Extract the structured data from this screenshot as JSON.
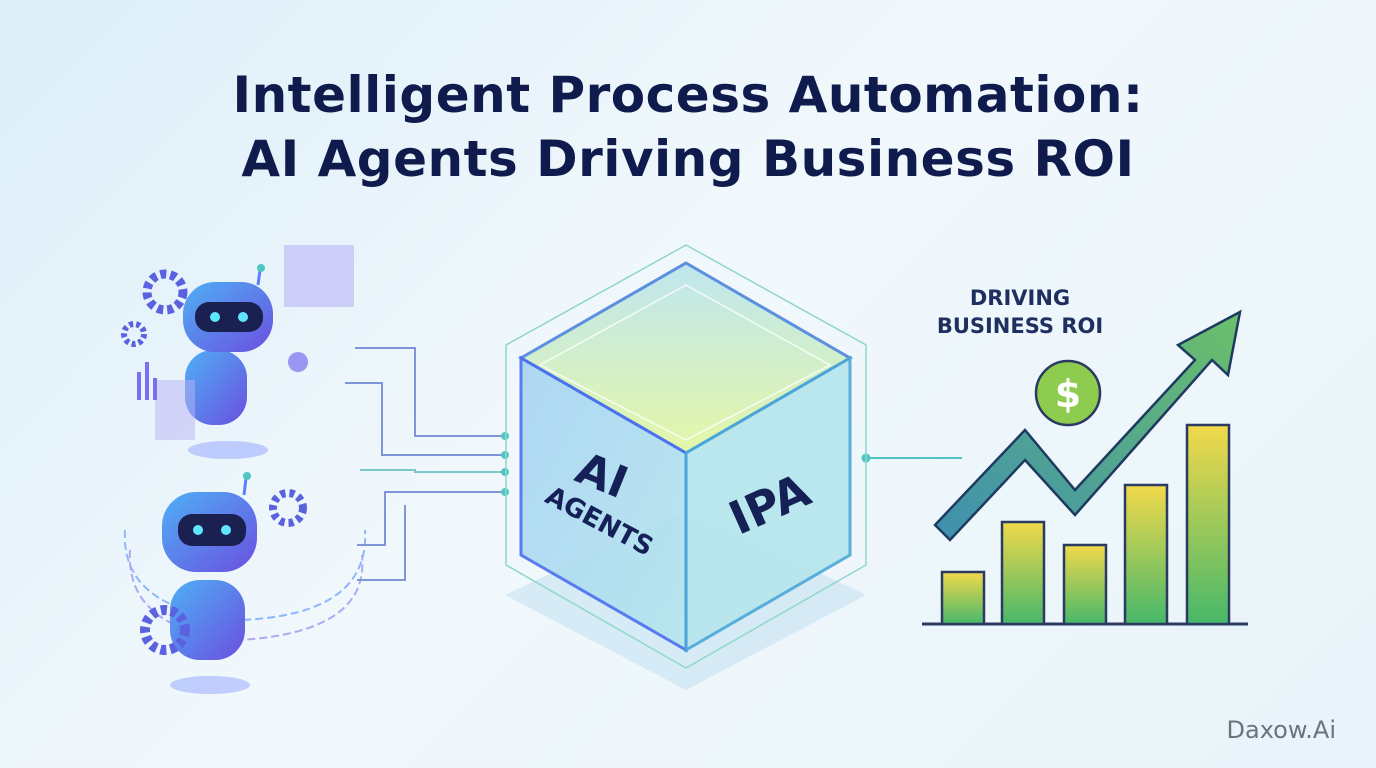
{
  "title": {
    "line1": "Intelligent Process Automation:",
    "line2": "AI Agents Driving Business ROI"
  },
  "cube": {
    "left_face_line1": "AI",
    "left_face_line2": "AGENTS",
    "right_face": "IPA"
  },
  "roi_label": {
    "line1": "DRIVING",
    "line2": "BUSINESS ROI"
  },
  "coin_symbol": "$",
  "watermark": "Daxow.Ai",
  "colors": {
    "title": "#0f1b4c",
    "accent_blue": "#4a6ff0",
    "accent_green": "#5cc06a",
    "accent_teal": "#4fc7c0"
  }
}
